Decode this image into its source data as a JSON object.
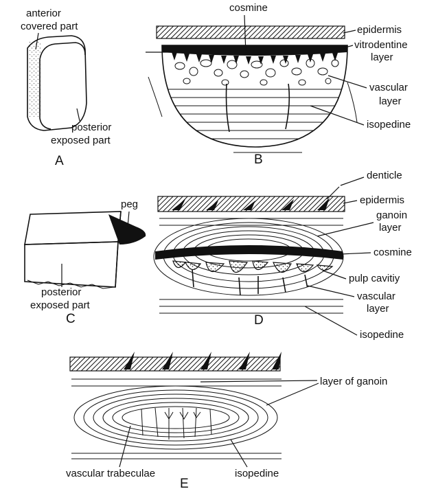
{
  "panels": {
    "A": {
      "caption": "A",
      "labels": [
        "anterior covered part",
        "posterior exposed part"
      ],
      "label_lines": {
        "anterior": [
          "anterior",
          "covered part"
        ],
        "posterior": [
          "posterior",
          "exposed part"
        ]
      }
    },
    "B": {
      "caption": "B",
      "labels": {
        "cosmine": "cosmine",
        "epidermis": "epidermis",
        "vitrodentine": [
          "vitrodentine",
          "layer"
        ],
        "vascular": [
          "vascular",
          "layer"
        ],
        "isopedine": "isopedine"
      }
    },
    "C": {
      "caption": "C",
      "labels": {
        "peg": "peg",
        "posterior": [
          "posterior",
          "exposed part"
        ]
      }
    },
    "D": {
      "caption": "D",
      "labels": {
        "denticle": "denticle",
        "epidermis": "epidermis",
        "ganoin": [
          "ganoin",
          "layer"
        ],
        "cosmine": "cosmine",
        "pulp": "pulp cavitiy",
        "vascular": [
          "vascular",
          "layer"
        ],
        "isopedine": "isopedine"
      }
    },
    "E": {
      "caption": "E",
      "labels": {
        "ganoin": "layer of ganoin",
        "trabeculae": "vascular trabeculae",
        "isopedine": "isopedine"
      }
    }
  }
}
